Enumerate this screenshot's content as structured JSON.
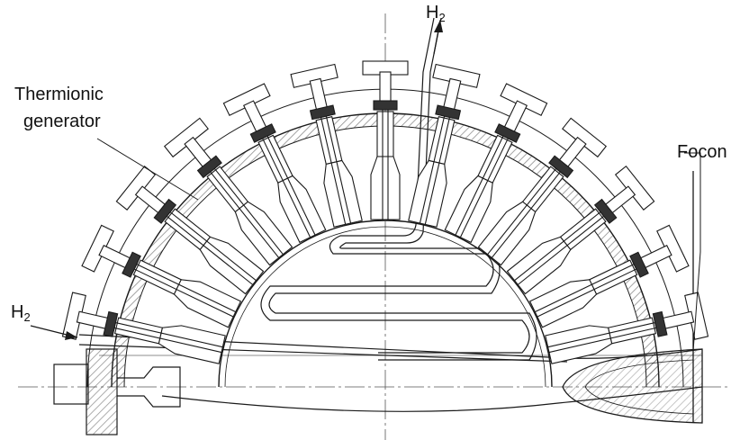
{
  "labels": {
    "h2_top": {
      "main": "H",
      "sub": "2"
    },
    "thermionic_line1": "Thermionic",
    "thermionic_line2": "generator",
    "focon": "Focon",
    "h2_left": {
      "main": "H",
      "sub": "2"
    }
  },
  "icons": {
    "generator_module": "generator-module-icon",
    "focon": "focon-cone-icon"
  },
  "colors": {
    "ink": "#1a1a1a",
    "hatch": "#333333",
    "background": "#ffffff"
  },
  "structure": {
    "generator_modules": 13
  }
}
